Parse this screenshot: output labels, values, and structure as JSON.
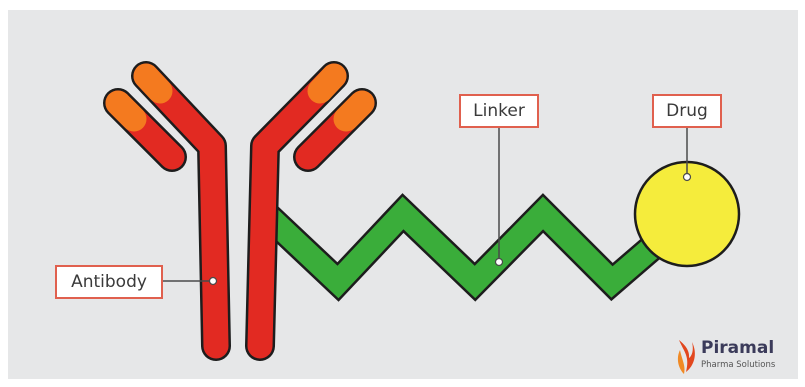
{
  "labels": {
    "antibody": "Antibody",
    "linker": "Linker",
    "drug": "Drug"
  },
  "logo": {
    "name": "Piramal",
    "subtitle": "Pharma Solutions"
  },
  "colors": {
    "background": "#e6e7e8",
    "antibody_heavy": "#e22a22",
    "antibody_tip": "#f47a1f",
    "linker": "#3aad3a",
    "drug": "#f5ec3c",
    "callout_border": "#e0604e"
  }
}
